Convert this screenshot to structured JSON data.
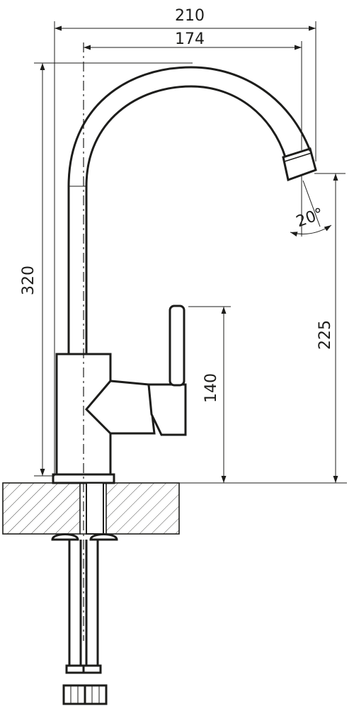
{
  "dimensions": {
    "overall_width": "210",
    "spout_reach": "174",
    "total_height": "320",
    "spout_height": "225",
    "lever_height": "140",
    "spout_angle": "20°"
  },
  "colors": {
    "line": "#1d1d1b",
    "background": "#ffffff"
  }
}
